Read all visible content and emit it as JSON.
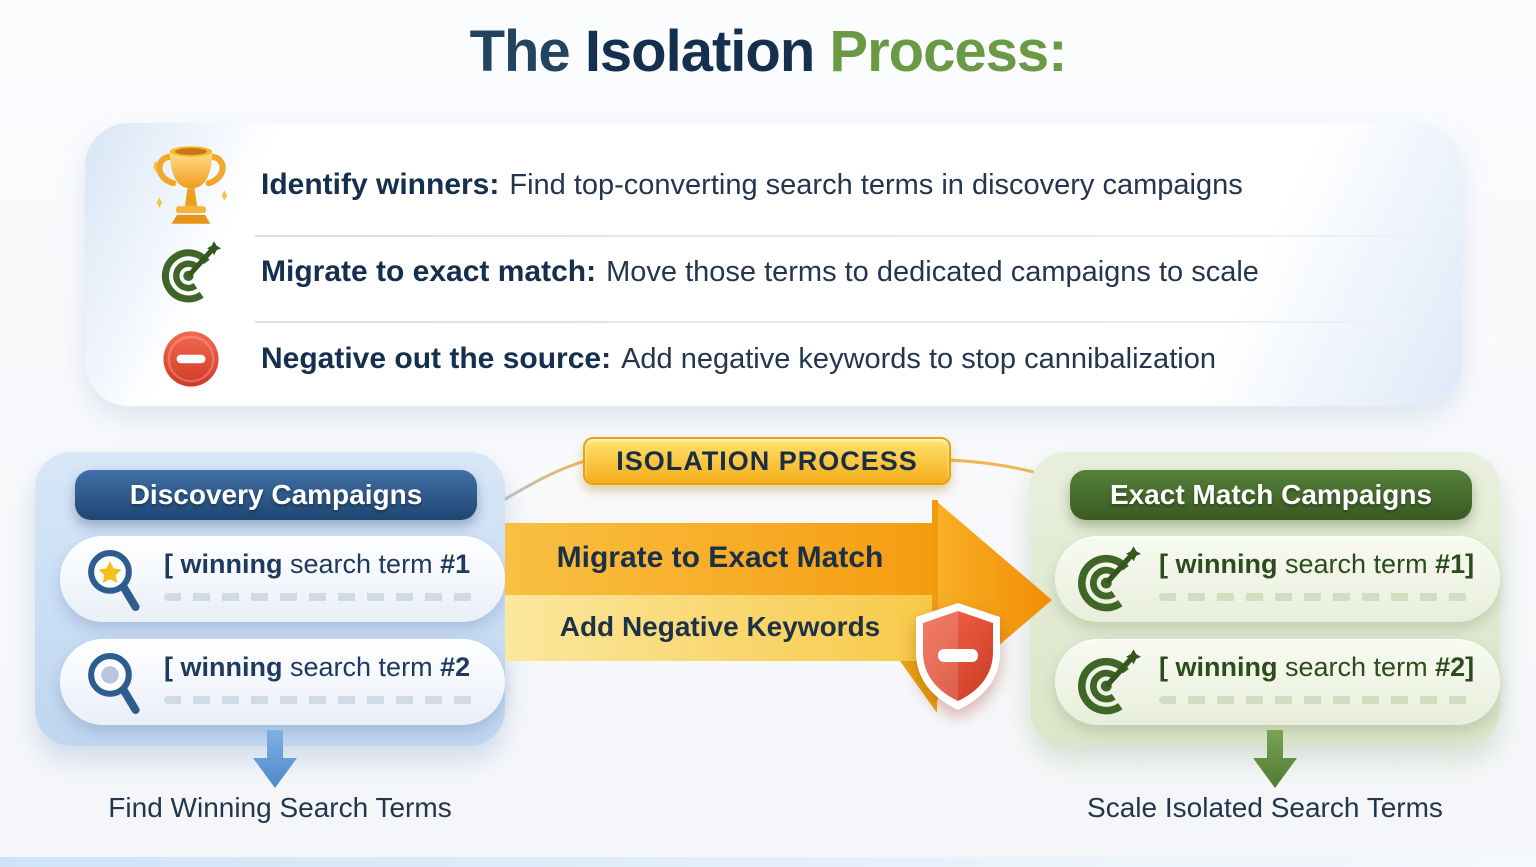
{
  "title": {
    "prefix": "The",
    "main": "Isolation",
    "accent": "Process:"
  },
  "steps": [
    {
      "icon": "trophy-icon",
      "label": "Identify winners:",
      "description": "Find top-converting search terms in discovery campaigns"
    },
    {
      "icon": "target-icon",
      "label": "Migrate to exact match:",
      "description": "Move those terms to dedicated campaigns to scale"
    },
    {
      "icon": "minus-circle-icon",
      "label": "Negative out the source:",
      "description": "Add negative keywords to stop cannibalization"
    }
  ],
  "flow": {
    "banner": "ISOLATION PROCESS",
    "arrow_label_top": "Migrate to Exact Match",
    "arrow_label_bottom": "Add Negative Keywords",
    "discovery": {
      "header": "Discovery Campaigns",
      "items": [
        {
          "open": "[",
          "bold": "winning",
          "rest": "search term",
          "num": "#1"
        },
        {
          "open": "[",
          "bold": "winning",
          "rest": "search term",
          "num": "#2"
        }
      ],
      "caption": "Find Winning Search Terms"
    },
    "exact": {
      "header": "Exact Match Campaigns",
      "items": [
        {
          "open": "[",
          "bold": "winning",
          "rest": "search term",
          "num": "#1]"
        },
        {
          "open": "[",
          "bold": "winning",
          "rest": "search term",
          "num": "#2]"
        }
      ],
      "caption": "Scale Isolated Search Terms"
    }
  },
  "colors": {
    "title_navy": "#15304e",
    "title_green": "#6b9a45",
    "discovery_blue": "#24497a",
    "exact_green": "#45672a",
    "banner_yellow": "#f5ad19",
    "arrow_orange": "#f59c10",
    "negative_red": "#d9422e"
  }
}
